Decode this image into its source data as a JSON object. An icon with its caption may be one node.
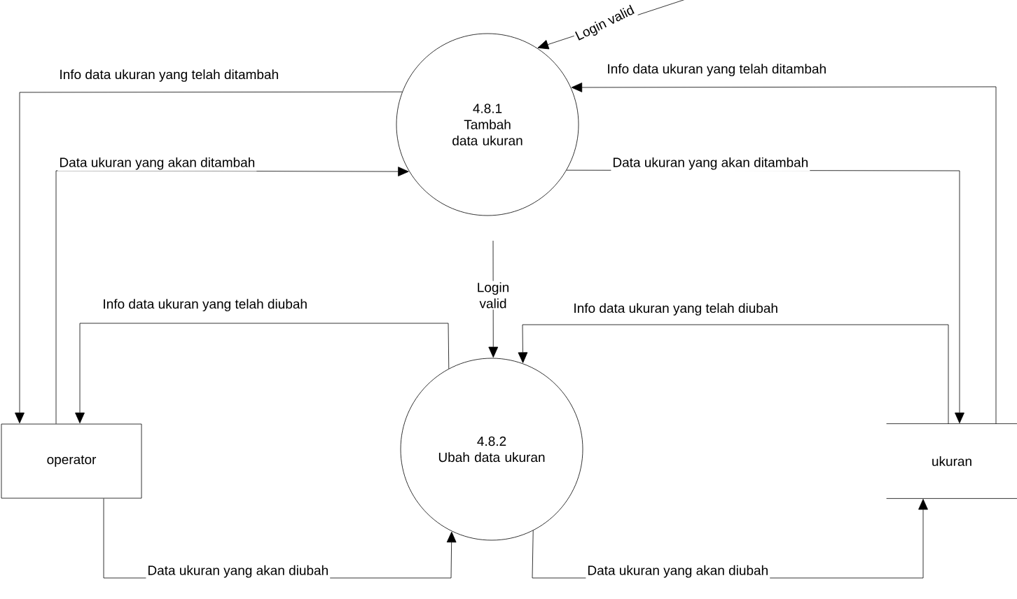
{
  "diagram": {
    "nodes": [
      {
        "text": [
          "4.8.1",
          "Tambah data ukuran"
        ]
      },
      {
        "text": [
          "4.8.2",
          "Ubah data ukuran"
        ]
      },
      {
        "text": [
          "operator"
        ]
      },
      {
        "text": [
          "ukuran"
        ]
      }
    ],
    "edges": [
      {
        "from": null,
        "to": 0,
        "arrow": "to",
        "label": "Login valid"
      },
      {
        "from": 0,
        "to": 2,
        "arrow": "to",
        "label": "Info data ukuran yang telah ditambah"
      },
      {
        "from": 2,
        "to": 0,
        "arrow": "to",
        "label": "Data ukuran yang akan ditambah"
      },
      {
        "from": 3,
        "to": 0,
        "arrow": "to",
        "label": "Info data ukuran yang telah ditambah"
      },
      {
        "from": 0,
        "to": 3,
        "arrow": "to",
        "label": "Data ukuran yang akan ditambah"
      },
      {
        "from": null,
        "to": 1,
        "arrow": "to",
        "label": "Login valid"
      },
      {
        "from": 1,
        "to": 2,
        "arrow": "to",
        "label": "Info data ukuran yang telah diubah"
      },
      {
        "from": 3,
        "to": 1,
        "arrow": "to",
        "label": "Info data ukuran yang telah diubah"
      },
      {
        "from": 2,
        "to": 1,
        "arrow": "to",
        "label": "Data ukuran yang akan diubah"
      },
      {
        "from": 1,
        "to": 3,
        "arrow": "to",
        "label": "Data ukuran yang akan diubah"
      }
    ]
  }
}
